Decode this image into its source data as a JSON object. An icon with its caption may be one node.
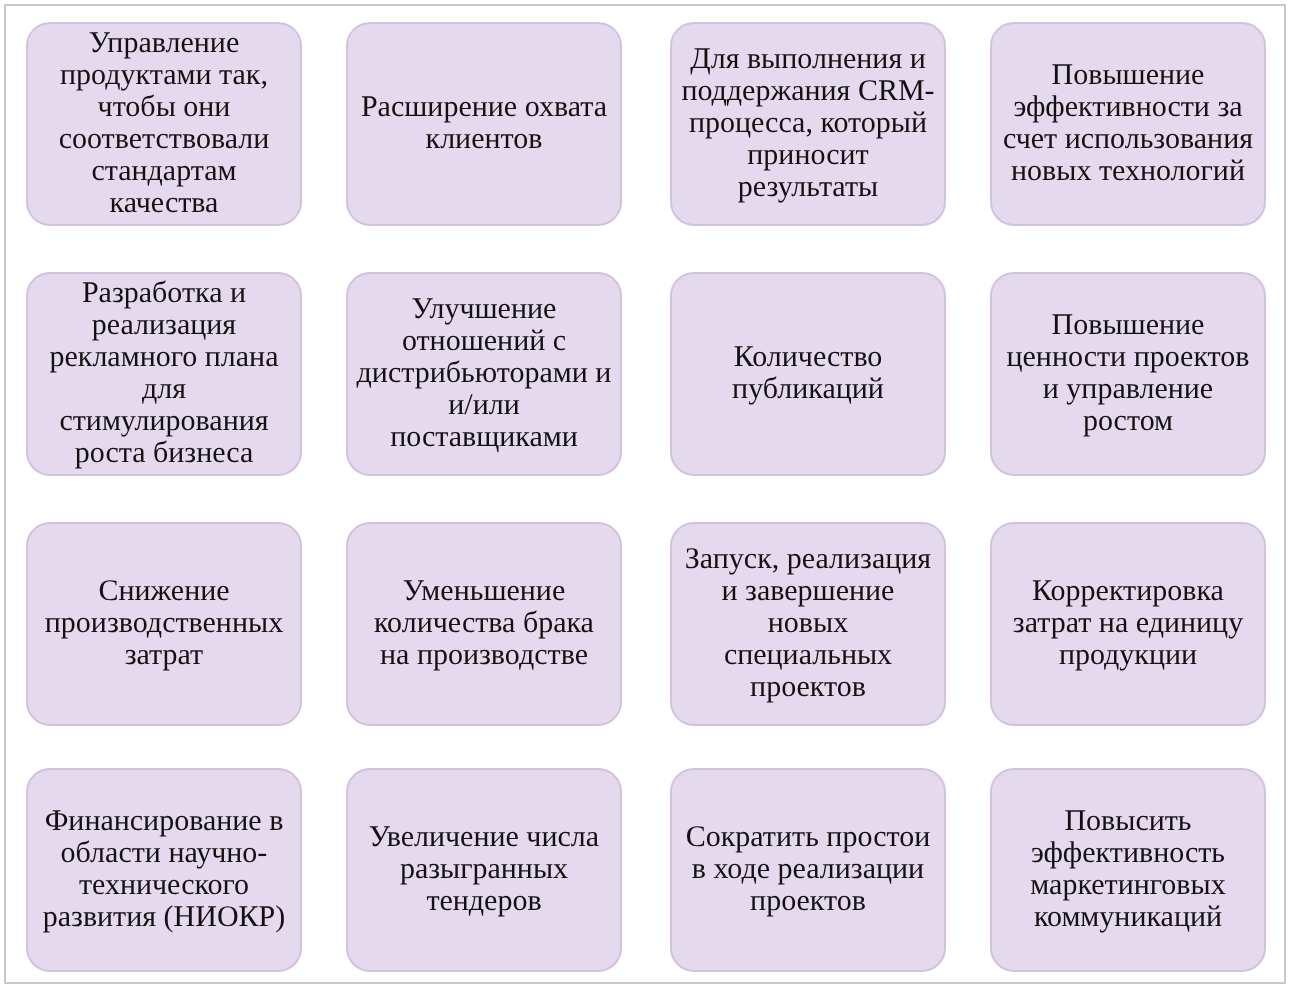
{
  "diagram": {
    "nodes": [
      {
        "text": [
          "Управление продуктами так, чтобы они соответствовали стандартам качества"
        ]
      },
      {
        "text": [
          "Расширение охвата клиентов"
        ]
      },
      {
        "text": [
          "Для выполнения и поддержания CRM-процесса, который приносит результаты"
        ]
      },
      {
        "text": [
          "Повышение эффективности за счет использования новых технологий"
        ]
      },
      {
        "text": [
          "Разработка и реализация рекламного плана для стимулирования роста бизнеса"
        ]
      },
      {
        "text": [
          "Улучшение отношений с дистрибьюторами и и/или поставщиками"
        ]
      },
      {
        "text": [
          "Количество публикаций"
        ]
      },
      {
        "text": [
          "Повышение ценности проектов и управление ростом"
        ]
      },
      {
        "text": [
          "Снижение производственных затрат"
        ]
      },
      {
        "text": [
          "Уменьшение количества брака на производстве"
        ]
      },
      {
        "text": [
          "Запуск, реализация и завершение новых специальных проектов"
        ]
      },
      {
        "text": [
          "Корректировка затрат на единицу продукции"
        ]
      },
      {
        "text": [
          "Финансирование в области научно-технического развития (НИОКР)"
        ]
      },
      {
        "text": [
          "Увеличение числа разыгранных тендеров"
        ]
      },
      {
        "text": [
          "Сократить простои в ходе реализации проектов"
        ]
      },
      {
        "text": [
          "Повысить эффективность маркетинговых коммуникаций"
        ]
      }
    ]
  }
}
